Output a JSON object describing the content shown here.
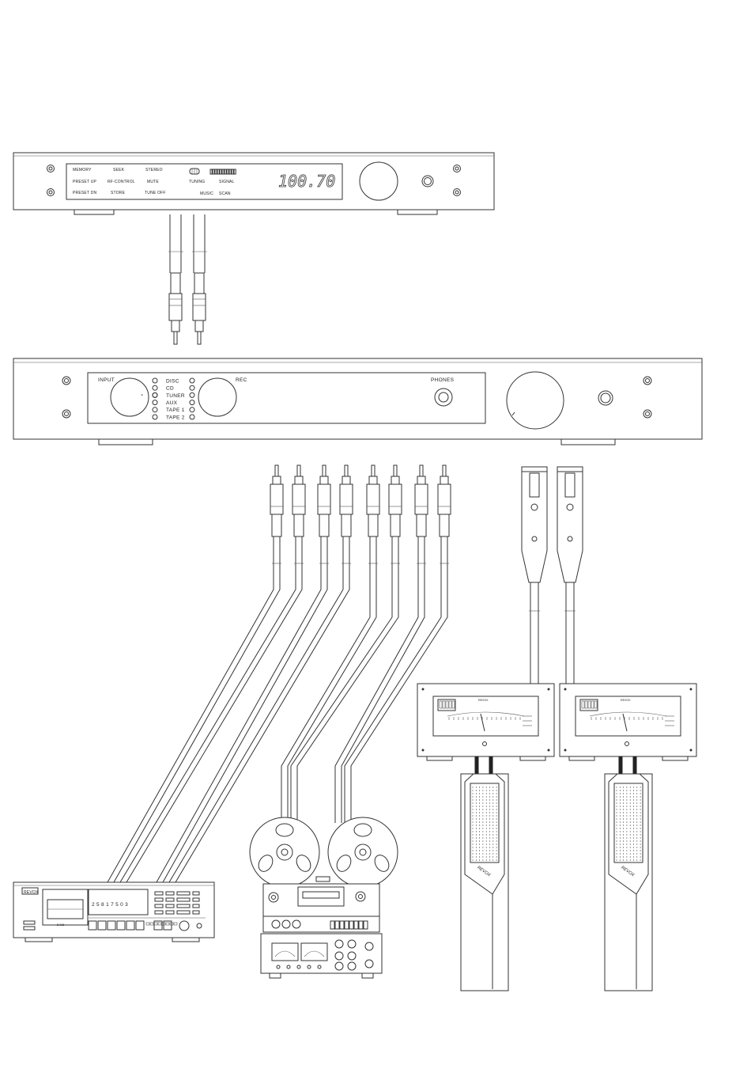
{
  "tuner": {
    "labels_row1": [
      "MEMORY",
      "SEEK",
      "STEREO"
    ],
    "labels_row2": [
      "PRESET UP",
      "RF-CONTROL",
      "MUTE"
    ],
    "labels_row3": [
      "PRESET DN",
      "STORE",
      "TUNE OFF"
    ],
    "label_tuning": "TUNING",
    "label_signal": "SIGNAL",
    "label_station": "MUSIC",
    "label_scan": "SCAN",
    "display_frequency": "100.70"
  },
  "preamp": {
    "label_input": "INPUT",
    "label_rec": "REC",
    "label_phones": "PHONES",
    "sources": [
      "DISC",
      "CD",
      "TUNER",
      "AUX",
      "TAPE 1",
      "TAPE 2"
    ]
  },
  "cassette": {
    "brand": "REVOX",
    "model": "B 215",
    "counter": "2 5 8  1 7  5 0 3"
  },
  "monitor": {
    "brand": "REVOX",
    "amp_title": "REVOX"
  },
  "colors": {
    "line": "#333333",
    "background": "#ffffff"
  }
}
